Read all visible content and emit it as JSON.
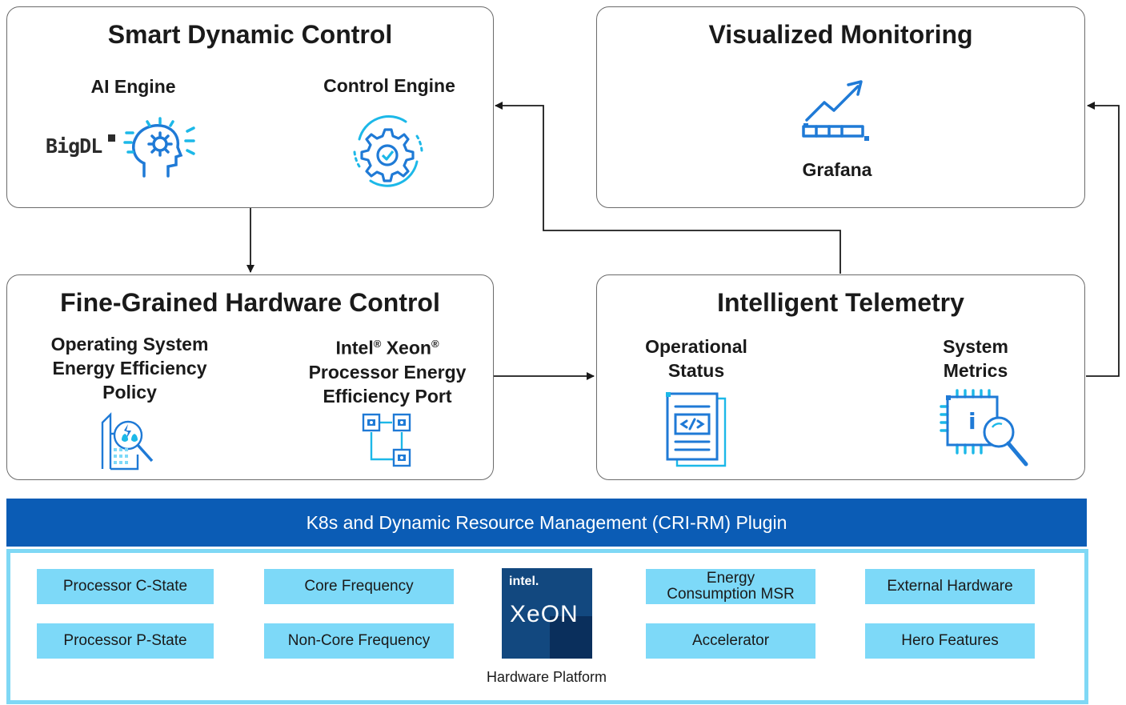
{
  "smart_dynamic_control": {
    "title": "Smart Dynamic Control",
    "ai_engine": "AI Engine",
    "control_engine": "Control Engine",
    "bigdl_logo": "BigDL"
  },
  "visualized_monitoring": {
    "title": "Visualized Monitoring",
    "grafana": "Grafana"
  },
  "fine_grained_control": {
    "title": "Fine-Grained Hardware Control",
    "os_policy": [
      "Operating System",
      "Energy Efficiency",
      "Policy"
    ],
    "xeon_port": {
      "line1_a": "Intel",
      "line1_b": "Xeon",
      "reg": "®",
      "line2": "Processor Energy",
      "line3": "Efficiency Port"
    }
  },
  "intelligent_telemetry": {
    "title": "Intelligent Telemetry",
    "operational_status": [
      "Operational",
      "Status"
    ],
    "system_metrics": [
      "System",
      "Metrics"
    ]
  },
  "plugin_bar": "K8s and Dynamic Resource Management (CRI-RM) Plugin",
  "hardware_platform": {
    "label": "Hardware Platform",
    "chips": {
      "c_state": "Processor C-State",
      "p_state": "Processor P-State",
      "core_freq": "Core Frequency",
      "noncore_freq": "Non-Core Frequency",
      "energy_msr_1": "Energy",
      "energy_msr_2": "Consumption MSR",
      "accelerator": "Accelerator",
      "external_hw": "External Hardware",
      "hero": "Hero Features"
    },
    "xeon_logo": {
      "intel": "intel.",
      "brand": "XeON"
    }
  },
  "colors": {
    "accent_blue": "#0b5cb5",
    "icon_blue": "#1f7ad6",
    "icon_cyan": "#1cb8e8",
    "chip_fill": "#7dd9f8",
    "platform_border": "#7fd8f5"
  }
}
